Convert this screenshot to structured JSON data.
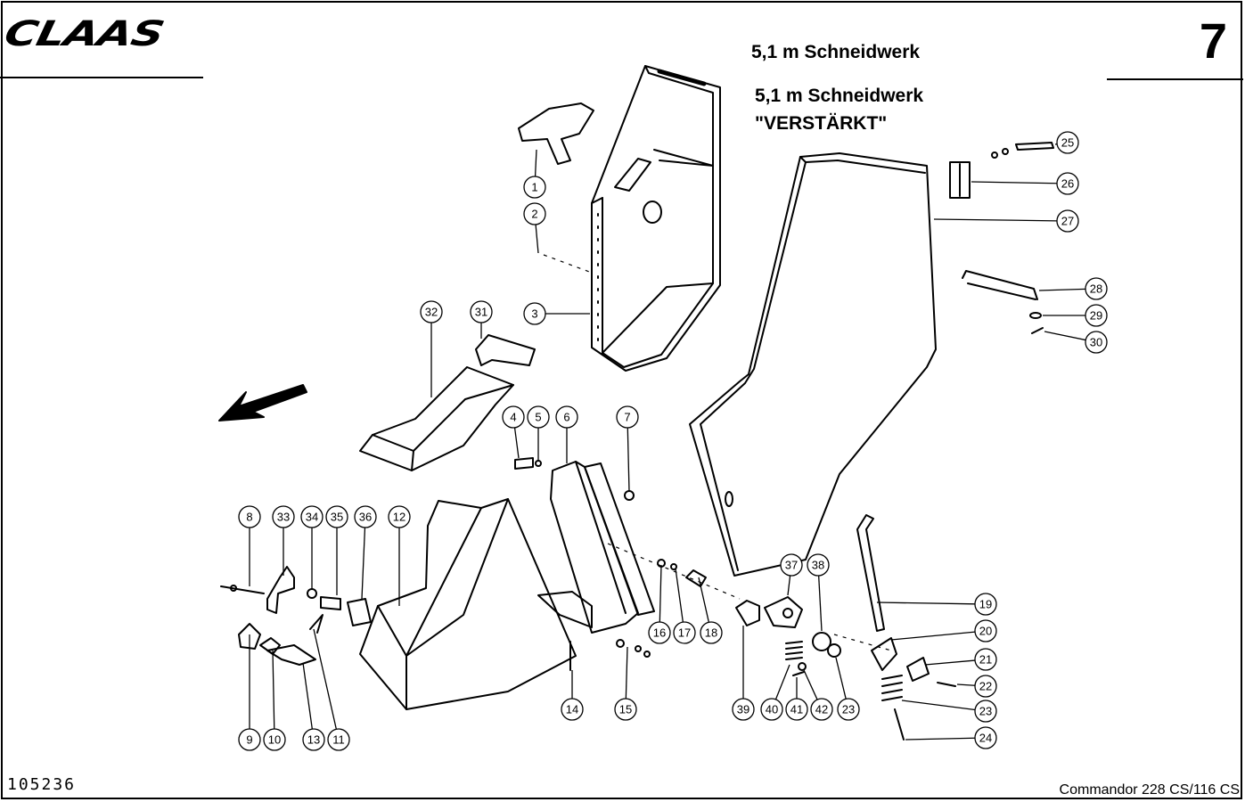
{
  "brand": "CLAAS",
  "page_number": "7",
  "titles": [
    "5,1 m Schneidwerk",
    "5,1 m Schneidwerk",
    "\"VERSTÄRKT\""
  ],
  "drawing_number": "105236",
  "model": "Commandor  228 CS/116 CS",
  "callouts": [
    "1",
    "2",
    "3",
    "4",
    "5",
    "6",
    "7",
    "8",
    "9",
    "10",
    "11",
    "12",
    "13",
    "14",
    "15",
    "16",
    "17",
    "18",
    "19",
    "20",
    "21",
    "22",
    "23",
    "24",
    "25",
    "26",
    "27",
    "28",
    "29",
    "30",
    "31",
    "32",
    "33",
    "34",
    "35",
    "36",
    "37",
    "38",
    "39",
    "40",
    "41",
    "42",
    "23"
  ]
}
